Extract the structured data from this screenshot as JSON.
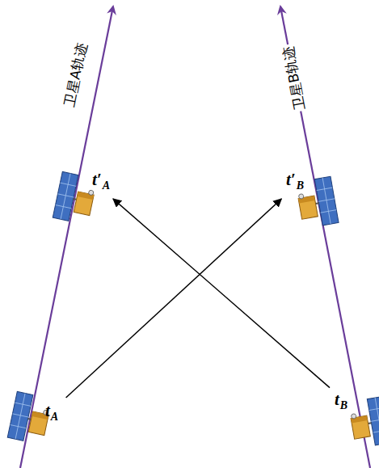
{
  "diagram": {
    "nodes": [
      {
        "text": [
          "t′",
          "A"
        ]
      },
      {
        "text": [
          "t′",
          "B"
        ]
      },
      {
        "text": [
          "t",
          "A"
        ]
      },
      {
        "text": [
          "t",
          "B"
        ]
      }
    ],
    "edges": [
      {
        "from": 2,
        "to": 1,
        "arrow": "to"
      },
      {
        "from": 3,
        "to": 0,
        "arrow": "to"
      }
    ],
    "labels": [
      "卫星A轨迹",
      "卫星B轨迹"
    ]
  }
}
